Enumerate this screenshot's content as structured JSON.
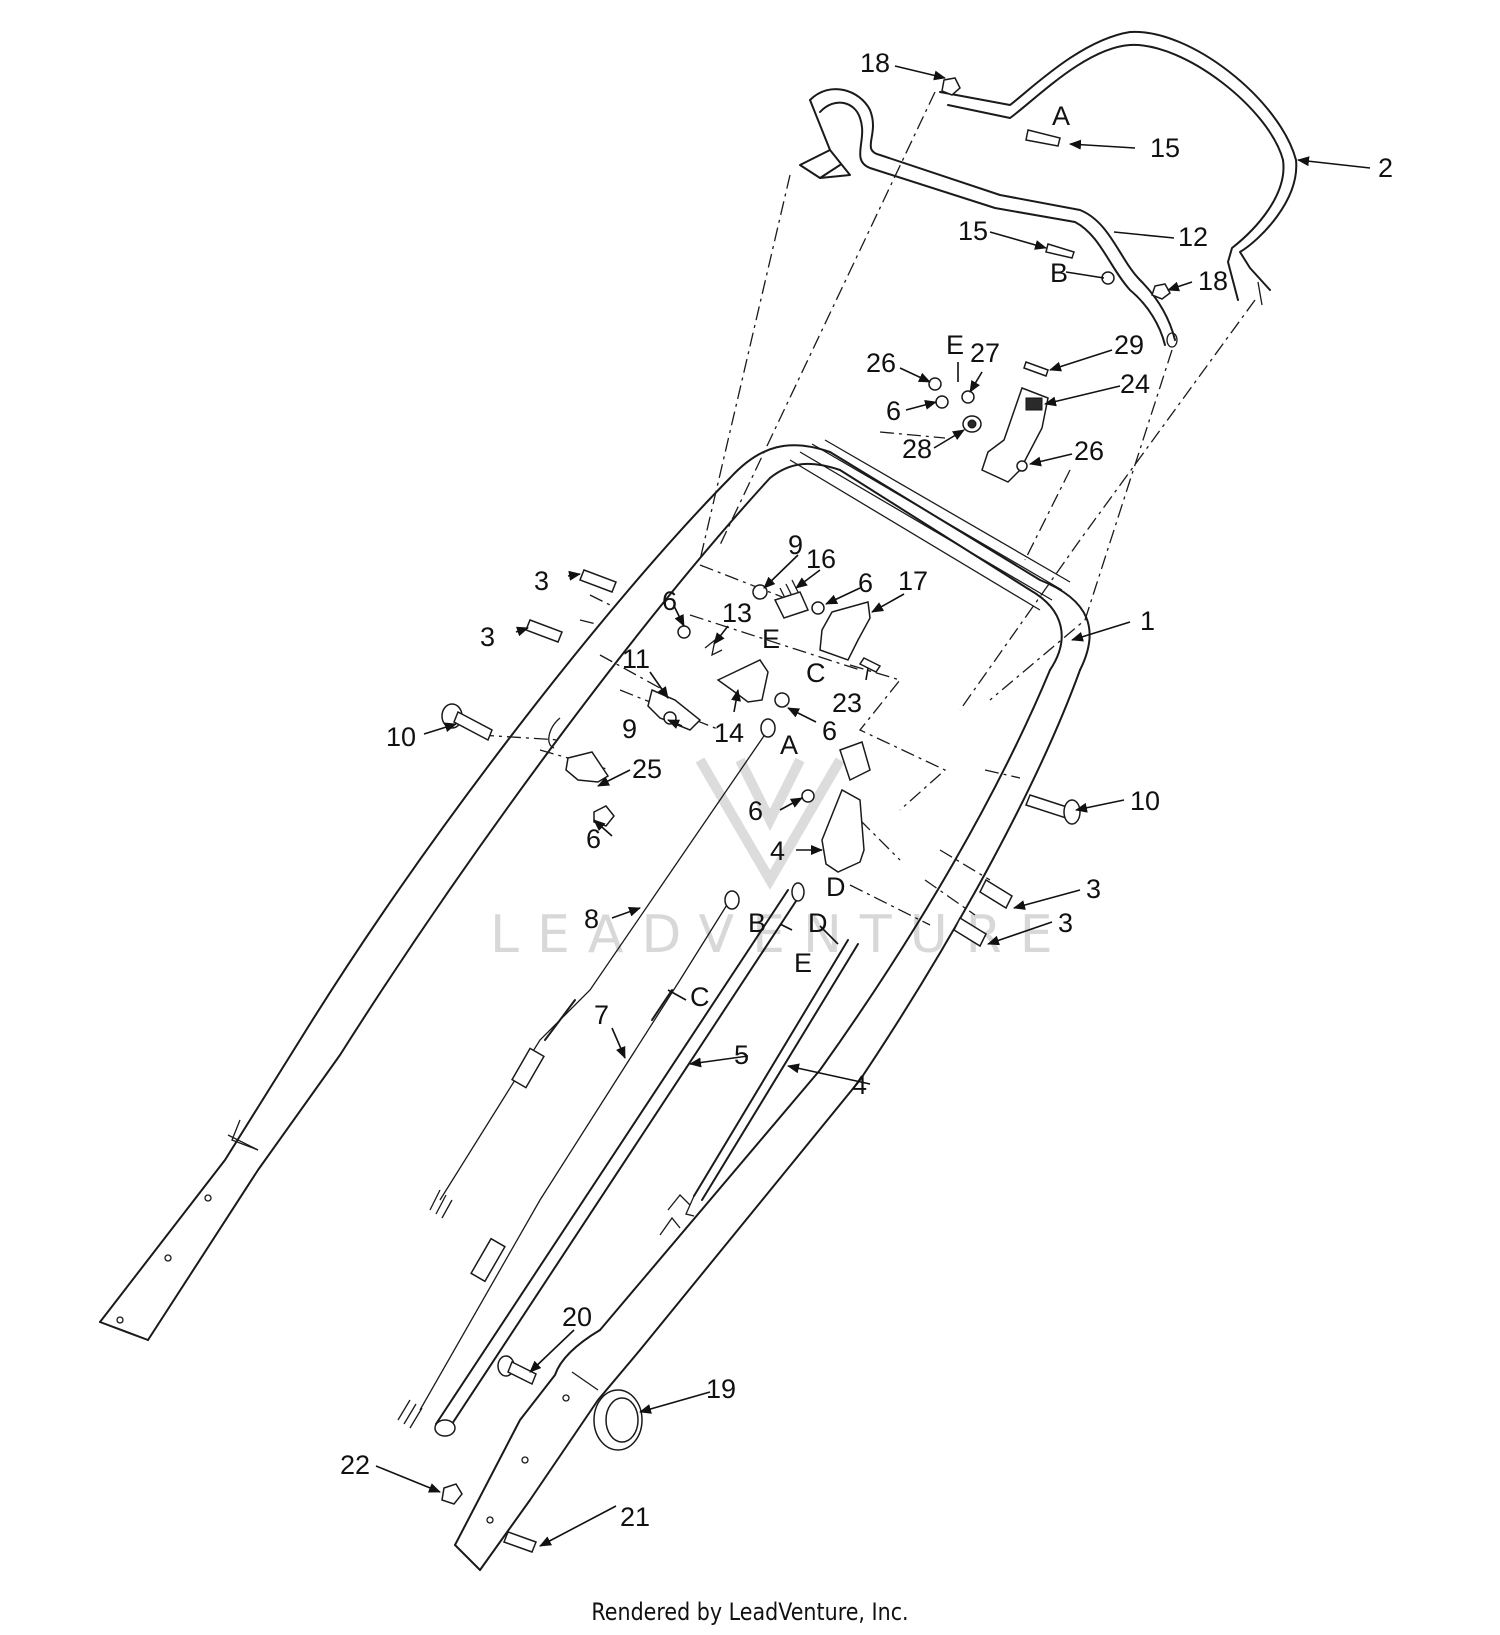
{
  "watermark": "LEADVENTURE",
  "footer": "Rendered by LeadVenture, Inc.",
  "callouts": [
    {
      "id": "c18a",
      "text": "18"
    },
    {
      "id": "cA1",
      "text": "A"
    },
    {
      "id": "c15a",
      "text": "15"
    },
    {
      "id": "c2",
      "text": "2"
    },
    {
      "id": "c15b",
      "text": "15"
    },
    {
      "id": "c12",
      "text": "12"
    },
    {
      "id": "cB1",
      "text": "B"
    },
    {
      "id": "c18b",
      "text": "18"
    },
    {
      "id": "cE1",
      "text": "E"
    },
    {
      "id": "c27",
      "text": "27"
    },
    {
      "id": "c29",
      "text": "29"
    },
    {
      "id": "c26a",
      "text": "26"
    },
    {
      "id": "c24",
      "text": "24"
    },
    {
      "id": "c6a",
      "text": "6"
    },
    {
      "id": "c28",
      "text": "28"
    },
    {
      "id": "c26b",
      "text": "26"
    },
    {
      "id": "c9a",
      "text": "9"
    },
    {
      "id": "c16",
      "text": "16"
    },
    {
      "id": "c6b",
      "text": "6"
    },
    {
      "id": "c17",
      "text": "17"
    },
    {
      "id": "c3a",
      "text": "3"
    },
    {
      "id": "c6c",
      "text": "6"
    },
    {
      "id": "c13",
      "text": "13"
    },
    {
      "id": "cE2",
      "text": "E"
    },
    {
      "id": "c1",
      "text": "1"
    },
    {
      "id": "c3b",
      "text": "3"
    },
    {
      "id": "cC1",
      "text": "C"
    },
    {
      "id": "c11",
      "text": "11"
    },
    {
      "id": "c23",
      "text": "23"
    },
    {
      "id": "c9b",
      "text": "9"
    },
    {
      "id": "c14",
      "text": "14"
    },
    {
      "id": "c6d",
      "text": "6"
    },
    {
      "id": "cA2",
      "text": "A"
    },
    {
      "id": "c10a",
      "text": "10"
    },
    {
      "id": "c25",
      "text": "25"
    },
    {
      "id": "c6e",
      "text": "6"
    },
    {
      "id": "c6f",
      "text": "6"
    },
    {
      "id": "c10b",
      "text": "10"
    },
    {
      "id": "c4a",
      "text": "4"
    },
    {
      "id": "cD1",
      "text": "D"
    },
    {
      "id": "c3c",
      "text": "3"
    },
    {
      "id": "c3d",
      "text": "3"
    },
    {
      "id": "c8",
      "text": "8"
    },
    {
      "id": "cB2",
      "text": "B"
    },
    {
      "id": "cD2",
      "text": "D"
    },
    {
      "id": "cE3",
      "text": "E"
    },
    {
      "id": "cC2",
      "text": "C"
    },
    {
      "id": "c7",
      "text": "7"
    },
    {
      "id": "c5",
      "text": "5"
    },
    {
      "id": "c4b",
      "text": "4"
    },
    {
      "id": "c20",
      "text": "20"
    },
    {
      "id": "c19",
      "text": "19"
    },
    {
      "id": "c22",
      "text": "22"
    },
    {
      "id": "c21",
      "text": "21"
    }
  ]
}
